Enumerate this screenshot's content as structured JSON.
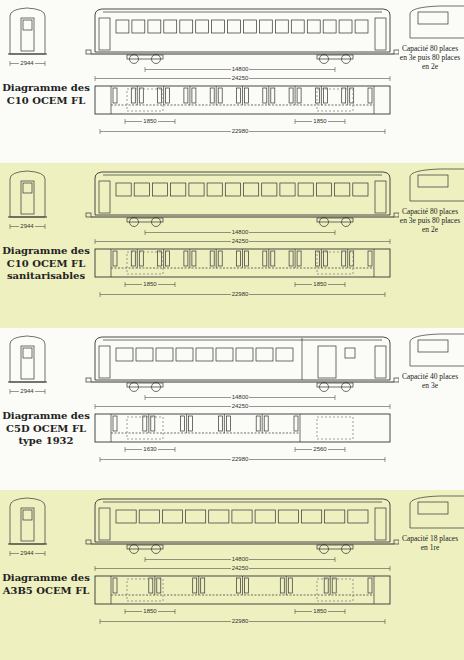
{
  "diagram": {
    "nodes": [
      {
        "text": [
          "Diagramme des C10 OCEM FL",
          "Capacité 80 places en 3e puis 80 places en 2e"
        ]
      },
      {
        "text": [
          "Diagramme des C10 OCEM FL sanitarisables",
          "Capacité 80 places en 3e puis 80 places en 2e"
        ]
      },
      {
        "text": [
          "Diagramme des C5D OCEM FL type 1932",
          "Capacité 40 places en 3e"
        ]
      },
      {
        "text": [
          "Diagramme des A3B5 OCEM FL",
          "Capacité 18 places en 1re"
        ]
      }
    ],
    "labels": [
      "2944",
      "14800",
      "24250",
      "1850",
      "1850",
      "22980",
      "2944",
      "14800",
      "24250",
      "1850",
      "1850",
      "22980",
      "2944",
      "14800",
      "24250",
      "1630",
      "2560",
      "22980",
      "2944",
      "14800",
      "24250",
      "1850",
      "1850",
      "22980"
    ]
  }
}
